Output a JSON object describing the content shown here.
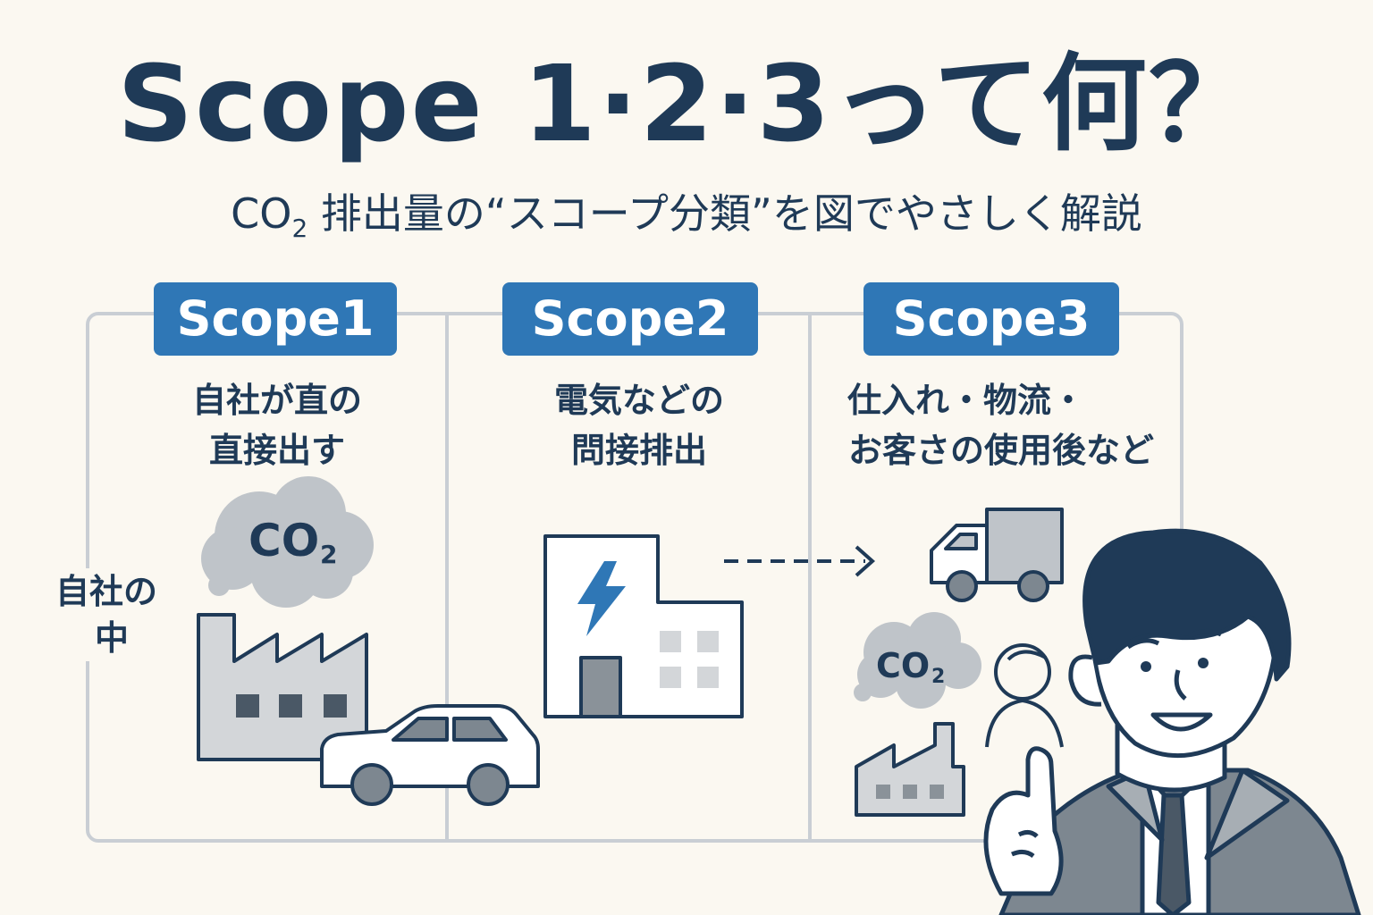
{
  "title": "Scope 1·2·3って何？",
  "subtitle": {
    "prefix": "CO",
    "subscript": "2",
    "rest": " 排出量の“スコープ分類”を図でやさしく解説"
  },
  "side_label": {
    "line1": "自社の",
    "line2": "中"
  },
  "scopes": [
    {
      "badge": "Scope1",
      "line1": "自社が直の",
      "line2": "直接出す"
    },
    {
      "badge": "Scope2",
      "line1": "電気などの",
      "line2": "問接排出"
    },
    {
      "badge": "Scope3",
      "line1": "仕入れ・物流・",
      "line2": "お客さの使用後など"
    }
  ],
  "cloud_label": {
    "main": "CO",
    "sub": "2"
  },
  "colors": {
    "navy": "#1f3a57",
    "blue": "#2f77b6",
    "gray": "#d3d6d9",
    "cloud": "#bfc4c9",
    "background": "#fbf8f1"
  },
  "icons": [
    "co2-cloud-icon",
    "factory-icon",
    "car-icon",
    "power-building-icon",
    "lightning-icon",
    "dashed-arrow-icon",
    "truck-icon",
    "person-icon",
    "presenter-character"
  ]
}
